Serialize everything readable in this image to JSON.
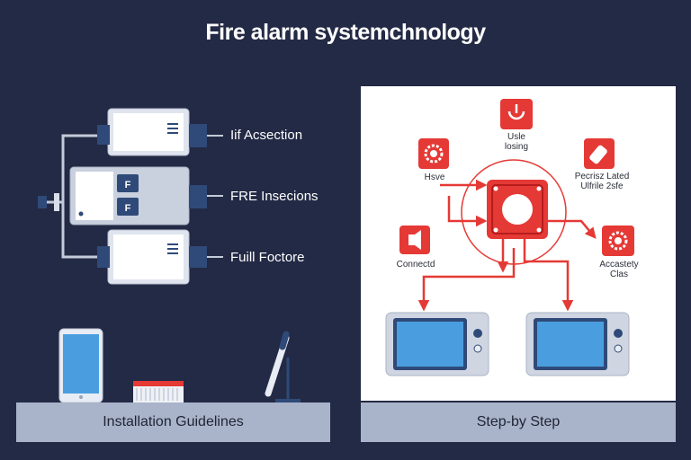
{
  "header": {
    "title": "Fire alarm systemchnology"
  },
  "left": {
    "modules": [
      {
        "label": "Iif Acsection"
      },
      {
        "label": "FRE Insecions"
      },
      {
        "label": "Fuill Foctore"
      }
    ],
    "panel_badge": "F",
    "footer": "Installation Guidelines"
  },
  "right": {
    "nodes": {
      "top": "Usle\nlosing",
      "left_upper": "Hsve",
      "right_upper": "Pecrisz Lated\nUlfrile 2sfe",
      "left_lower": "Connectd",
      "right_lower": "Accastety\nClas"
    },
    "footer": "Step-by Step"
  },
  "colors": {
    "background": "#232a45",
    "accent_red": "#e53935",
    "module_blue": "#2f4a78",
    "footer": "#a9b3c9"
  }
}
